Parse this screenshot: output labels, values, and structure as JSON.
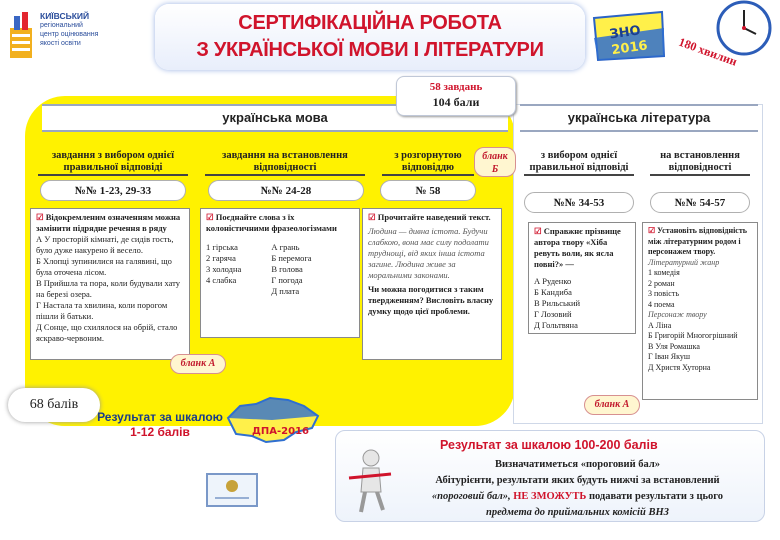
{
  "logo": {
    "line1": "КИЇВСЬКИЙ",
    "line2": "регіональний",
    "line3": "центр оцінювання",
    "line4": "якості освіти"
  },
  "title": {
    "line1": "СЕРТИФІКАЦІЙНА РОБОТА",
    "line2": "З УКРАЇНСЬКОЇ МОВИ І ЛІТЕРАТУРИ"
  },
  "stamp": {
    "line1": "ЗНО",
    "line2": "2016"
  },
  "duration": "180 хвилин",
  "summary": {
    "tasks": "58 завдань",
    "points": "104 бали"
  },
  "ua_lang": {
    "header": "українська мова",
    "col1": {
      "title": "завдання з вибором однієї правильної відповіді",
      "range": "№№ 1-23, 29-33"
    },
    "col2": {
      "title": "завдання на встановлення відповідності",
      "range": "№№ 24-28"
    },
    "col3": {
      "title": "з розгорнутою відповіддю",
      "range": "№ 58"
    },
    "q1": {
      "head": "Відокремленим означенням можна замінити підрядне речення в ряду",
      "a": "А  У просторій кімнаті, де сидів гость, було дуже накурено й весело.",
      "b": "Б  Хлопці зупинилися на галявині, що була оточена лісом.",
      "v": "В  Прийшла та пора, коли будували хату на березі озера.",
      "g": "Г  Настала та хвилина, коли порогом пішли й батьки.",
      "d": "Д  Сонце, що схилялося на обрій, стало яскраво-червоним."
    },
    "q2": {
      "head": "Поєднайте слова з їх колоністичними фразеологізмами",
      "left": [
        "1 гірська",
        "2 гаряча",
        "3 холодна",
        "4 слабка"
      ],
      "right": [
        "А грань",
        "Б перемога",
        "В голова",
        "Г погода",
        "Д плата"
      ]
    },
    "q3": {
      "head": "Прочитайте наведений текст.",
      "body": "Людина — дивна істота. Будучи слабкою, вона має силу подолати труднощі, від яких інша істота загине. Людина живе за моральними законами.",
      "question": "Чи можна погодитися з таким твердженням? Висловіть власну думку щодо цієї проблеми."
    },
    "score": "68 балів",
    "scale": {
      "line1": "Результат за шкалою",
      "line2": "1-12 балів"
    }
  },
  "ua_lit": {
    "header": "українська література",
    "col1": {
      "title": "з вибором однієї правильної відповіді",
      "range": "№№ 34-53"
    },
    "col2": {
      "title": "на встановлення відповідності",
      "range": "№№ 54-57"
    },
    "q1": {
      "head": "Справжнє прізвище автора твору «Хіба ревуть воли, як ясла повні?» —",
      "options": [
        "А Руденко",
        "Б Кандиба",
        "В Рильський",
        "Г Лозовий",
        "Д Гольтвяна"
      ]
    },
    "q2": {
      "head": "Установіть відповідність між літературним родом і персонажем твору.",
      "sub1": "Літературний жанр",
      "left": [
        "1 комедія",
        "2 роман",
        "3 повість",
        "4 поема"
      ],
      "sub2": "Персонаж твору",
      "right": [
        "А Ліна",
        "Б Григорій Многогрішний",
        "В Уля Ромашка",
        "Г Іван Якуш",
        "Д Христя Хуторна"
      ]
    }
  },
  "blank_a": "бланк А",
  "blank_b": {
    "line1": "бланк",
    "line2": "Б"
  },
  "bottom": {
    "title": "Результат за шкалою 100-200 балів",
    "line1": "Визначатиметься «пороговий бал»",
    "line2a": "Абітурієнти, результати яких будуть нижчі за встановлений",
    "line2b_pre": "«пороговий бал», ",
    "line2b_red": "НЕ ЗМОЖУТЬ",
    "line2b_post": " подавати результати з цього",
    "line3": "предмета до приймальних комісій ВНЗ"
  },
  "dpa_stamp": "ДПА-2016",
  "colors": {
    "yellow": "#fff200",
    "red": "#d0142c",
    "blue": "#1a3c8a"
  }
}
